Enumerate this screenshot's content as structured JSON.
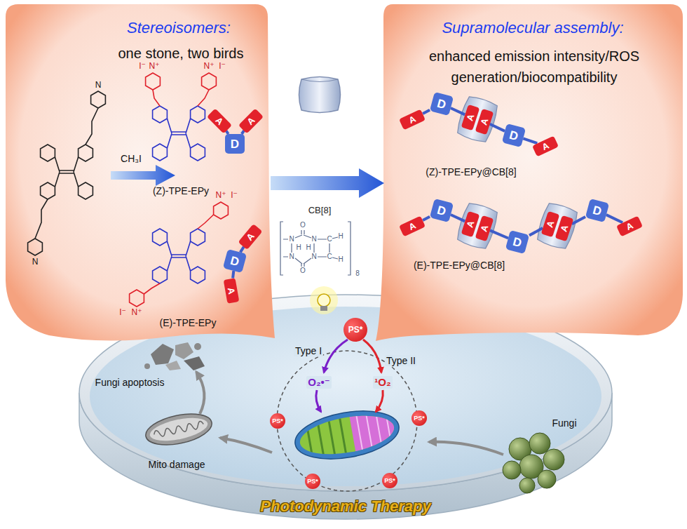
{
  "diagram": {
    "nodes": [
      {
        "text": [
          "A"
        ]
      },
      {
        "text": [
          "D"
        ]
      },
      {
        "text": [
          "A"
        ]
      },
      {
        "text": [
          "A"
        ]
      },
      {
        "text": [
          "D"
        ]
      },
      {
        "text": [
          "A"
        ]
      },
      {
        "text": [
          "A"
        ]
      },
      {
        "text": [
          "D"
        ]
      },
      {
        "text": [
          "A"
        ]
      },
      {
        "text": [
          "A"
        ]
      },
      {
        "text": [
          "D"
        ]
      },
      {
        "text": [
          "A"
        ]
      },
      {
        "text": [
          "A"
        ]
      },
      {
        "text": [
          "D"
        ]
      },
      {
        "text": [
          "A"
        ]
      },
      {
        "text": [
          "A"
        ]
      },
      {
        "text": [
          "D"
        ]
      },
      {
        "text": [
          "A"
        ]
      },
      {
        "text": [
          "A"
        ]
      },
      {
        "text": [
          "D"
        ]
      },
      {
        "text": [
          "A"
        ]
      },
      {
        "text": [
          "PS*"
        ]
      },
      {
        "text": [
          "PS*"
        ]
      },
      {
        "text": [
          "PS*"
        ]
      },
      {
        "text": [
          "PS*"
        ]
      },
      {
        "text": [
          "PS*"
        ]
      }
    ],
    "edges": [
      {
        "from": 1,
        "to": 0,
        "arrow": "none"
      },
      {
        "from": 1,
        "to": 2,
        "arrow": "none"
      },
      {
        "from": 4,
        "to": 3,
        "arrow": "none"
      },
      {
        "from": 4,
        "to": 5,
        "arrow": "none"
      },
      {
        "from": 7,
        "to": 6,
        "arrow": "none"
      },
      {
        "from": 7,
        "to": 8,
        "arrow": "none"
      },
      {
        "from": 10,
        "to": 9,
        "arrow": "none"
      },
      {
        "from": 10,
        "to": 11,
        "arrow": "none"
      },
      {
        "from": 13,
        "to": 12,
        "arrow": "none"
      },
      {
        "from": 13,
        "to": 14,
        "arrow": "none"
      },
      {
        "from": 16,
        "to": 15,
        "arrow": "none"
      },
      {
        "from": 16,
        "to": 17,
        "arrow": "none"
      },
      {
        "from": 19,
        "to": 18,
        "arrow": "none"
      },
      {
        "from": 19,
        "to": 20,
        "arrow": "none"
      }
    ],
    "labels": [
      "Stereoisomers:",
      "one stone, two birds",
      "I⁻",
      "N⁺",
      "N⁺",
      "I⁻",
      "N",
      "CH₃I",
      "(Z)-TPE-EPy",
      "N⁺",
      "I⁻",
      "N",
      "I⁻",
      "N⁺",
      "(E)-TPE-EPy",
      "CB[8]",
      "O",
      "N",
      "N",
      "C",
      "H",
      "H",
      "H",
      "N",
      "N",
      "C",
      "H",
      "O",
      "8",
      "Supramolecular assembly:",
      "enhanced emission intensity/ROS generation/biocompatibility",
      "(Z)-TPE-EPy@CB[8]",
      "(E)-TPE-EPy@CB[8]",
      "Type I",
      "Type II",
      "Fungi apoptosis",
      "O₂•⁻",
      "¹O₂",
      "Fungi",
      "Mito damage",
      "Photodynamic Therapy"
    ]
  }
}
